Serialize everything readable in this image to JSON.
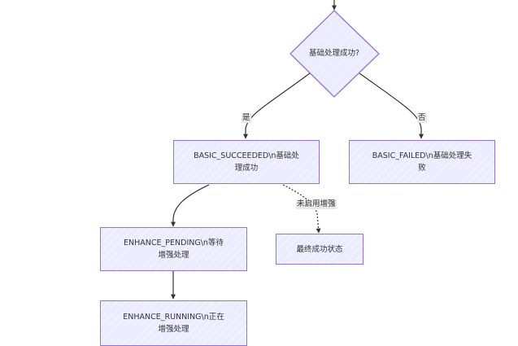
{
  "diagram": {
    "type": "flowchart",
    "colors": {
      "node_fill": "#ECECFF",
      "node_border": "#9370DB",
      "edge": "#333333",
      "text": "#333333",
      "edge_label_bg": "#e8e8e8"
    },
    "decision": {
      "id": "basic-success-decision",
      "label": "基础处理成功?"
    },
    "nodes": {
      "basic_succeeded": {
        "line1": "BASIC_SUCCEEDED\\n基础处",
        "line2": "理成功"
      },
      "basic_failed": {
        "line1": "BASIC_FAILED\\n基础处理失",
        "line2": "败"
      },
      "enhance_pending": {
        "line1": "ENHANCE_PENDING\\n等待",
        "line2": "增强处理"
      },
      "enhance_running": {
        "line1": "ENHANCE_RUNNING\\n正在",
        "line2": "增强处理"
      },
      "final_success": {
        "line1": "最终成功状态"
      }
    },
    "edges": [
      {
        "from": "incoming",
        "to": "basic-success-decision",
        "label": "",
        "style": "solid"
      },
      {
        "from": "basic-success-decision",
        "to": "basic_succeeded",
        "label": "是",
        "style": "solid"
      },
      {
        "from": "basic-success-decision",
        "to": "basic_failed",
        "label": "否",
        "style": "solid"
      },
      {
        "from": "basic_succeeded",
        "to": "enhance_pending",
        "label": "",
        "style": "solid"
      },
      {
        "from": "basic_succeeded",
        "to": "final_success",
        "label": "未启用增强",
        "style": "dotted"
      },
      {
        "from": "enhance_pending",
        "to": "enhance_running",
        "label": "",
        "style": "solid"
      }
    ],
    "edge_labels": {
      "yes": "是",
      "no": "否",
      "no_enhance": "未启用增强"
    }
  }
}
